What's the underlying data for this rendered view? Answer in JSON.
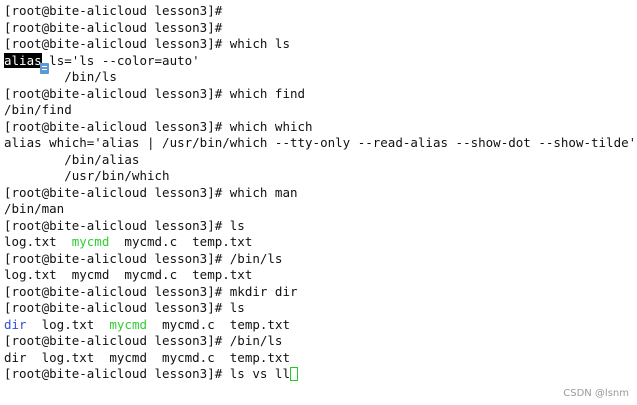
{
  "terminal": {
    "lines": [
      {
        "segments": [
          {
            "text": "[root@bite-alicloud lesson3]#"
          }
        ]
      },
      {
        "segments": [
          {
            "text": "[root@bite-alicloud lesson3]#"
          }
        ]
      },
      {
        "segments": [
          {
            "text": "[root@bite-alicloud lesson3]# which ls"
          }
        ]
      },
      {
        "segments": [
          {
            "text": "alias",
            "style": "hl"
          },
          {
            "text": " ls='ls --color=auto'"
          }
        ]
      },
      {
        "segments": [
          {
            "text": "        /bin/ls"
          }
        ]
      },
      {
        "segments": [
          {
            "text": "[root@bite-alicloud lesson3]# which find"
          }
        ]
      },
      {
        "segments": [
          {
            "text": "/bin/find"
          }
        ]
      },
      {
        "segments": [
          {
            "text": "[root@bite-alicloud lesson3]# which which"
          }
        ]
      },
      {
        "segments": [
          {
            "text": "alias which='alias | /usr/bin/which --tty-only --read-alias --show-dot --show-tilde'"
          }
        ]
      },
      {
        "segments": [
          {
            "text": "        /bin/alias"
          }
        ]
      },
      {
        "segments": [
          {
            "text": "        /usr/bin/which"
          }
        ]
      },
      {
        "segments": [
          {
            "text": "[root@bite-alicloud lesson3]# which man"
          }
        ]
      },
      {
        "segments": [
          {
            "text": "/bin/man"
          }
        ]
      },
      {
        "segments": [
          {
            "text": "[root@bite-alicloud lesson3]# ls"
          }
        ]
      },
      {
        "segments": [
          {
            "text": "log.txt  "
          },
          {
            "text": "mycmd",
            "style": "green"
          },
          {
            "text": "  mycmd.c  temp.txt"
          }
        ]
      },
      {
        "segments": [
          {
            "text": "[root@bite-alicloud lesson3]# /bin/ls"
          }
        ]
      },
      {
        "segments": [
          {
            "text": "log.txt  mycmd  mycmd.c  temp.txt"
          }
        ]
      },
      {
        "segments": [
          {
            "text": "[root@bite-alicloud lesson3]# mkdir dir"
          }
        ]
      },
      {
        "segments": [
          {
            "text": "[root@bite-alicloud lesson3]# ls"
          }
        ]
      },
      {
        "segments": [
          {
            "text": "dir",
            "style": "blue"
          },
          {
            "text": "  log.txt  "
          },
          {
            "text": "mycmd",
            "style": "green"
          },
          {
            "text": "  mycmd.c  temp.txt"
          }
        ]
      },
      {
        "segments": [
          {
            "text": "[root@bite-alicloud lesson3]# /bin/ls"
          }
        ]
      },
      {
        "segments": [
          {
            "text": "dir  log.txt  mycmd  mycmd.c  temp.txt"
          }
        ]
      },
      {
        "segments": [
          {
            "text": "[root@bite-alicloud lesson3]# ls vs ll"
          },
          {
            "text": "",
            "style": "cursor"
          }
        ]
      }
    ]
  },
  "icons": {
    "note": "note-icon"
  },
  "colors": {
    "executable": "#32cd32",
    "directory": "#2f4fe0",
    "cursor_border": "#22cc22",
    "highlight_bg": "#000000"
  },
  "watermark": {
    "text": "CSDN @lsnm"
  }
}
